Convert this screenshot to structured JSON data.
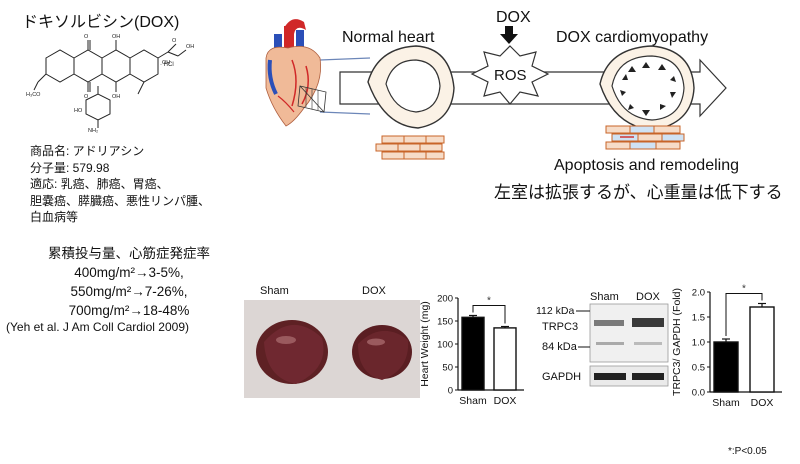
{
  "drug": {
    "title": "ドキソルビシン(DOX)",
    "hcl_label": "· HCl",
    "info_lines": [
      "商品名: アドリアシン",
      "分子量: 579.98",
      "適応: 乳癌、肺癌、胃癌、",
      "胆嚢癌、膵臓癌、悪性リンパ腫、",
      "白血病等"
    ]
  },
  "dose": {
    "title": "累積投与量、心筋症発症率",
    "lines": [
      "400mg/m²→3-5%,",
      "550mg/m²→7-26%,",
      "700mg/m²→18-48%"
    ],
    "citation": "(Yeh et al. J Am Coll Cardiol 2009)"
  },
  "schematic": {
    "normal_label": "Normal heart",
    "dox_label": "DOX",
    "ros_label": "ROS",
    "cardio_label": "DOX cardiomyopathy",
    "apoptosis_label": "Apoptosis and remodeling",
    "conclusion": "左室は拡張するが、心重量は低下する"
  },
  "photo": {
    "sham_label": "Sham",
    "dox_label": "DOX"
  },
  "heart_weight_chart": {
    "ylabel": "Heart Weight  (mg)",
    "ticks": [
      "0",
      "50",
      "100",
      "150",
      "200"
    ],
    "sig": "*"
  },
  "western": {
    "marker_112": "112 kDa",
    "marker_84": "84 kDa",
    "trpc3": "TRPC3",
    "gapdh": "GAPDH",
    "sham": "Sham",
    "dox": "DOX"
  },
  "trpc3_chart": {
    "ylabel": "TRPC3/ GAPDH (Fold)",
    "ticks": [
      "0.0",
      "0.5",
      "1.0",
      "1.5",
      "2.0"
    ],
    "sig": "*"
  },
  "chart_data": [
    {
      "type": "bar",
      "categories": [
        "Sham",
        "DOX"
      ],
      "values": [
        158,
        135
      ],
      "errors": [
        4,
        3
      ],
      "ylabel": "Heart Weight  (mg)",
      "ylim": [
        0,
        200
      ],
      "bar_colors": [
        "#000000",
        "#ffffff"
      ],
      "significance": "*"
    },
    {
      "type": "bar",
      "categories": [
        "Sham",
        "DOX"
      ],
      "values": [
        1.0,
        1.7
      ],
      "errors": [
        0.06,
        0.07
      ],
      "ylabel": "TRPC3/ GAPDH (Fold)",
      "ylim": [
        0,
        2.0
      ],
      "bar_colors": [
        "#000000",
        "#ffffff"
      ],
      "significance": "*"
    }
  ],
  "footnote": "*:P<0.05"
}
